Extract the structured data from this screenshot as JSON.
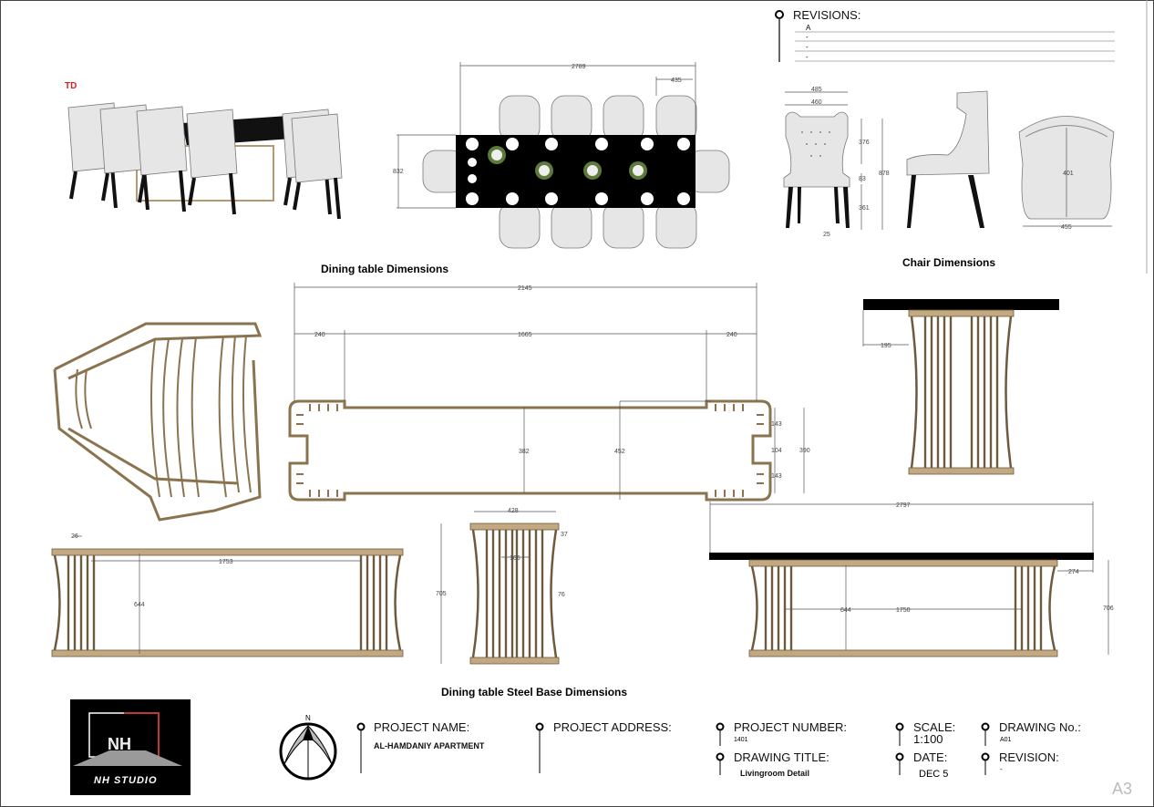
{
  "sheet": {
    "size_label": "A3",
    "td_label": "TD"
  },
  "revisions": {
    "title": "REVISIONS:",
    "rows": [
      "A",
      "-",
      "-",
      "-"
    ]
  },
  "sections": {
    "dining_table": "Dining table Dimensions",
    "chair": "Chair Dimensions",
    "steel_base": "Dining table Steel Base Dimensions"
  },
  "dims": {
    "plan": {
      "length": "2789",
      "chair_width": "435",
      "width": "832"
    },
    "chair": {
      "outer_width": "485",
      "inner_width": "460",
      "back_height": "376",
      "seat": "83",
      "leg": "361",
      "total_height": "878",
      "foot": "25",
      "depth": "401",
      "top_width": "455"
    },
    "base_plan": {
      "total": "2145",
      "end_left": "240",
      "middle": "1665",
      "end_right": "240",
      "inner": "382",
      "outer": "452",
      "notch_top": "143",
      "notch": "104",
      "notch_bottom": "143",
      "end_width": "390"
    },
    "side_right": {
      "overhang": "195"
    },
    "base_front": {
      "post": "26",
      "span": "1753",
      "height": "644"
    },
    "base_side": {
      "width": "428",
      "height": "705",
      "gap": "166",
      "rail": "37",
      "leg": "76"
    },
    "table_front": {
      "top": "2797",
      "overhang": "274",
      "height": "644",
      "span": "1750",
      "total_height": "706"
    }
  },
  "logo": {
    "text": "NH STUDIO",
    "mark": "NH"
  },
  "compass": {
    "north": "N"
  },
  "title_block": {
    "project_name_label": "PROJECT NAME:",
    "project_name": "AL-HAMDANIY APARTMENT",
    "project_address_label": "PROJECT ADDRESS:",
    "project_number_label": "PROJECT NUMBER:",
    "project_number": "1401",
    "drawing_title_label": "DRAWING TITLE:",
    "drawing_title": "Livingroom Detail",
    "scale_label": "SCALE:",
    "scale": "1:100",
    "date_label": "DATE:",
    "date": "DEC 5",
    "drawing_no_label": "DRAWING No.:",
    "drawing_no": "A01",
    "revision_label": "REVISION:",
    "revision": "-"
  },
  "colors": {
    "gold": "#c2a982",
    "black": "#000000",
    "accent_red": "#d42020"
  }
}
